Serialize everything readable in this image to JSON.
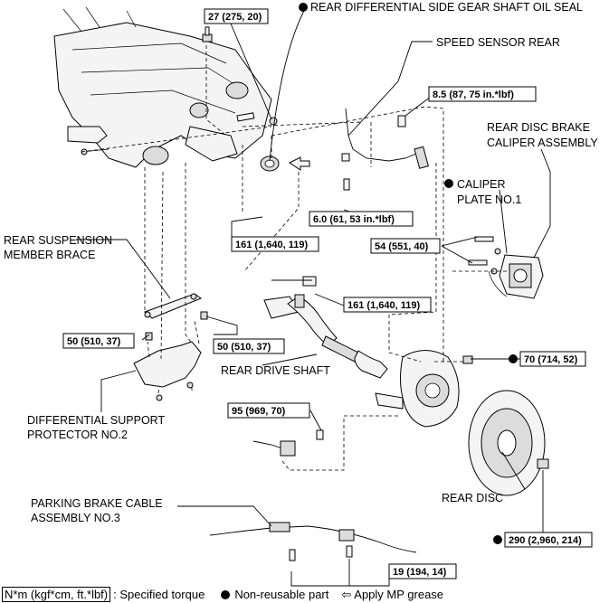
{
  "labels": {
    "oil_seal": "REAR DIFFERENTIAL SIDE GEAR SHAFT OIL SEAL",
    "speed_sensor": "SPEED SENSOR REAR",
    "caliper_assy_1": "REAR DISC BRAKE",
    "caliper_assy_2": "CALIPER ASSEMBLY",
    "caliper_plate_1": "CALIPER",
    "caliper_plate_2": "PLATE NO.1",
    "brace_1": "REAR SUSPENSION",
    "brace_2": "MEMBER BRACE",
    "drive_shaft": "REAR DRIVE SHAFT",
    "protector_1": "DIFFERENTIAL SUPPORT",
    "protector_2": "PROTECTOR NO.2",
    "rear_disc": "REAR DISC",
    "cable_1": "PARKING BRAKE CABLE",
    "cable_2": "ASSEMBLY NO.3"
  },
  "torques": {
    "t27": "27 (275, 20)",
    "t85": "8.5 (87, 75 in.*lbf)",
    "t60": "6.0 (61, 53 in.*lbf)",
    "t161a": "161 (1,640, 119)",
    "t54": "54 (551, 40)",
    "t161b": "161 (1,640, 119)",
    "t50a": "50 (510, 37)",
    "t50b": "50 (510, 37)",
    "t70": "70 (714, 52)",
    "t95": "95 (969, 70)",
    "t290": "290 (2,960, 214)",
    "t19": "19 (194, 14)"
  },
  "legend": {
    "unit": "N*m (kgf*cm, ft.*lbf)",
    "unit_desc": ": Specified torque",
    "nonreusable": "Non-reusable part",
    "grease": "Apply MP grease"
  },
  "icons": {
    "nonreusable": "filled-circle-icon",
    "grease": "hollow-arrow-icon"
  }
}
